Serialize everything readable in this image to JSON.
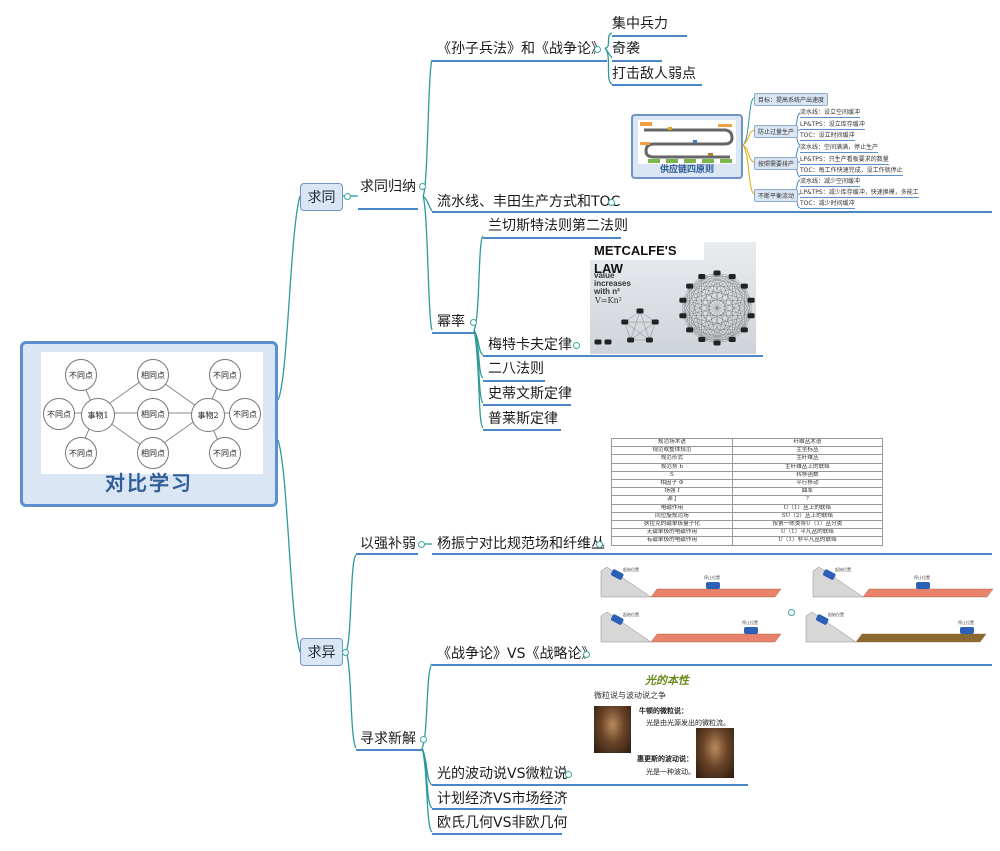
{
  "root": {
    "title": "对比学习",
    "diagram": {
      "center_left": "事物1",
      "center_right": "事物2",
      "common": [
        "相同点",
        "相同点",
        "相同点"
      ],
      "diff": [
        "不同点",
        "不同点",
        "不同点",
        "不同点",
        "不同点",
        "不同点"
      ]
    }
  },
  "branches": {
    "seek_same": {
      "label": "求同",
      "sub": {
        "label": "求同归纳",
        "children": {
          "sunzi": {
            "label": "《孙子兵法》和《战争论》",
            "children": [
              "集中兵力",
              "奇袭",
              "打击敌人弱点"
            ]
          },
          "assembly": {
            "label": "流水线、丰田生产方式和TOC",
            "image": {
              "title": "供应链四原则",
              "nodes": [
                {
                  "label": "目标：提高系统产出速度",
                  "leaves": []
                },
                {
                  "label": "防止过量生产",
                  "leaves": [
                    "流水线：设立空间缓冲",
                    "LP&TPS：设立库存缓冲",
                    "TOC：设立时间缓冲"
                  ]
                },
                {
                  "label": "按照需要排产",
                  "leaves": [
                    "流水线：空间满满，停止生产",
                    "LP&TPS：只生产看板要求的数量",
                    "TOC：每工作快速完成，没工作就停止"
                  ]
                },
                {
                  "label": "不断平衡流动",
                  "leaves": [
                    "流水线：减少空间缓冲",
                    "LP&TPS：减少库存缓冲，快速换模，多能工",
                    "TOC：减少时间缓冲"
                  ]
                }
              ]
            }
          },
          "power": {
            "label": "幂率",
            "children": [
              "兰切斯特法则第二法则",
              "梅特卡夫定律",
              "二八法则",
              "史蒂文斯定律",
              "普莱斯定律"
            ],
            "metcalfe_image": {
              "heading": "METCALFE'S LAW",
              "text": [
                "value",
                "increases",
                "with n²"
              ],
              "formula": "V=Kn²"
            }
          }
        }
      }
    },
    "seek_diff": {
      "label": "求异",
      "sub1": {
        "label": "以强补弱",
        "child": "杨振宁对比规范场和纤维丛",
        "table": {
          "headers": [
            "规范场术语",
            "纤维丛术语"
          ],
          "rows": [
            [
              "规范或整体规范",
              "主坐标丛"
            ],
            [
              "规范形式",
              "主纤维丛"
            ],
            [
              "规范势 b",
              "主纤维丛上的联络"
            ],
            [
              "S",
              "转移函数"
            ],
            [
              "相因子 Φ",
              "平行移动"
            ],
            [
              "场强 f",
              "曲率"
            ],
            [
              "源 J",
              "?"
            ],
            [
              "电磁作用",
              "U（1）丛上的联络"
            ],
            [
              "同位旋规范场",
              "SU（2）丛上的联络"
            ],
            [
              "狄拉克的磁单极量子化",
              "按第一陈类将U（1）丛分类"
            ],
            [
              "无磁单极的电磁作用",
              "U（1）平凡丛的联络"
            ],
            [
              "有磁单极的电磁作用",
              "U（1）非平凡丛的联络"
            ]
          ]
        }
      },
      "sub2": {
        "label": "寻求新解",
        "children": {
          "war": {
            "label": "《战争论》VS《战略论》",
            "ramp_labels": {
              "start": "起始位置",
              "stop": "停止位置"
            }
          },
          "light": {
            "label": "光的波动说VS微粒说",
            "image": {
              "title": "光的本性",
              "subtitle": "微粒说与波动说之争",
              "newton_title": "牛顿的微粒说：",
              "newton_text": "光是由光源发出的微粒流。",
              "huygens_title": "惠更斯的波动说：",
              "huygens_text": "光是一种波动。"
            }
          },
          "economy": {
            "label": "计划经济VS市场经济"
          },
          "geometry": {
            "label": "欧氏几何VS非欧几何"
          }
        }
      }
    }
  },
  "colors": {
    "branch_line": "#2e9a9a",
    "underline": "#4a86c8",
    "node_fill": "#dbe6f4",
    "node_border": "#6f93c4",
    "root_title": "#2f5d97",
    "light_title": "#6a8a1a"
  }
}
